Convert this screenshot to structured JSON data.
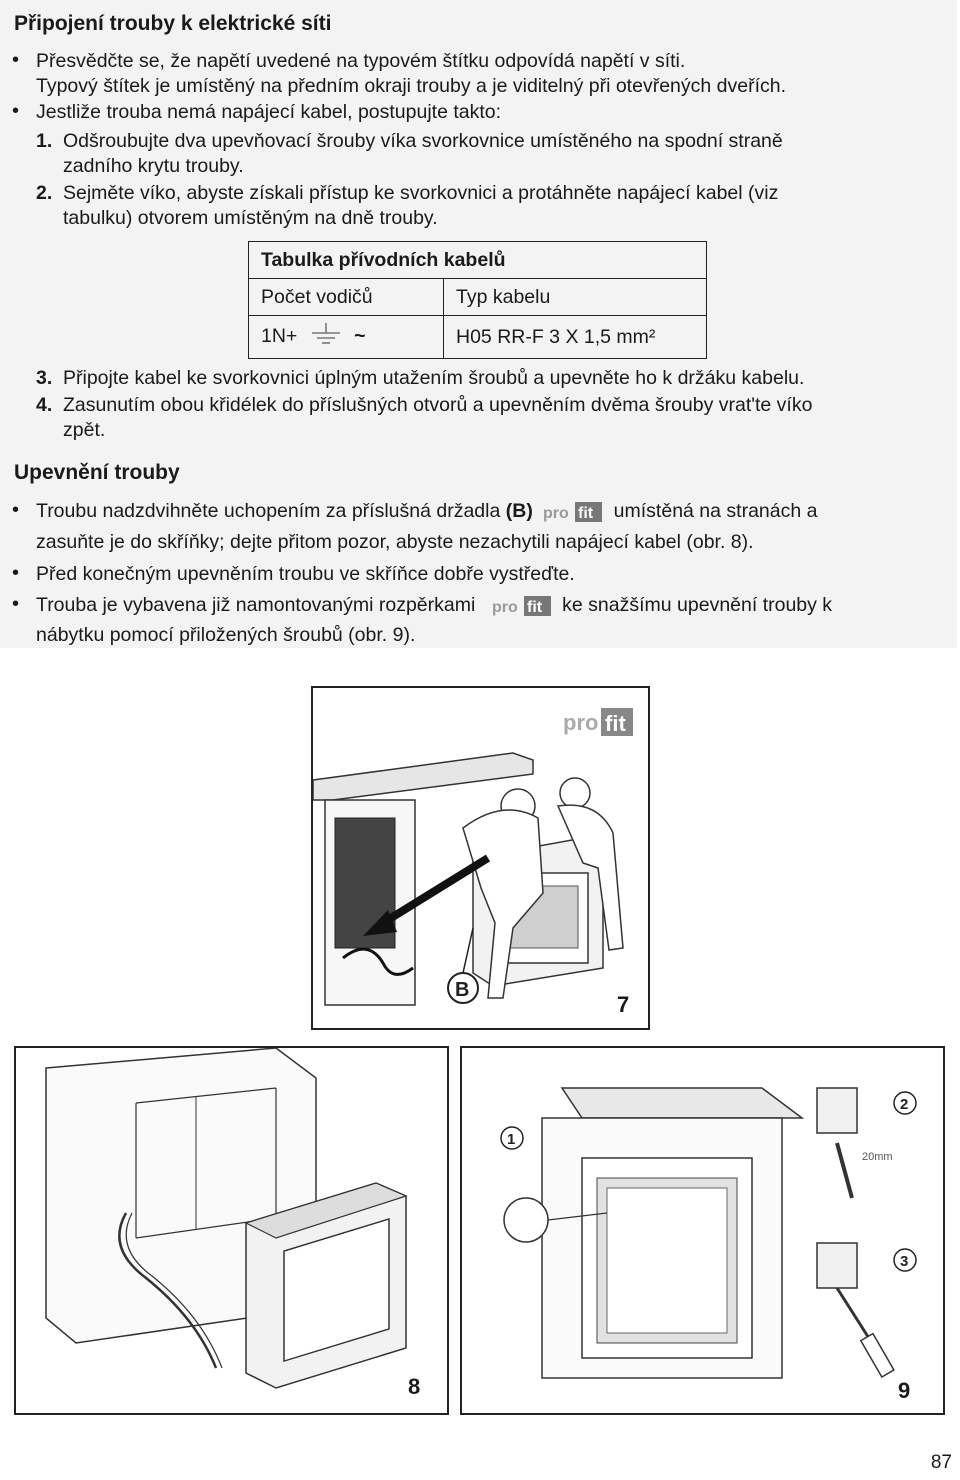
{
  "section1": {
    "title": "Připojení trouby k elektrické síti",
    "b1_l1": "Přesvědčte se, že napětí uvedené na typovém štítku odpovídá napětí v síti.",
    "b1_l2": "Typový štítek je umístěný na předním okraji trouby a je viditelný při otevřených dveřích.",
    "b2": "Jestliže trouba nemá napájecí kabel, postupujte takto:",
    "s1_num": "1.",
    "s1_l1": "Odšroubujte dva upevňovací šrouby víka svorkovnice umístěného na spodní straně",
    "s1_l2": "zadního krytu trouby.",
    "s2_num": "2.",
    "s2_l1": "Sejměte víko, abyste získali přístup ke svorkovnici a protáhněte napájecí kabel (viz",
    "s2_l2": "tabulku) otvorem umístěným na dně trouby.",
    "s3_num": "3.",
    "s3": "Připojte kabel ke svorkovnici úplným utažením šroubů a upevněte ho k držáku kabelu.",
    "s4_num": "4.",
    "s4_l1": "Zasunutím obou křidélek do příslušných otvorů a upevněním dvěma šrouby vrat'te víko",
    "s4_l2": "zpět."
  },
  "table": {
    "title": "Tabulka přívodních kabelů",
    "col1": "Počet vodičů",
    "col2": "Typ kabelu",
    "r1c1a": "1N+",
    "r1c1b": "~",
    "r1c2": "H05 RR-F 3 X 1,5 mm²"
  },
  "section2": {
    "title": "Upevnění trouby",
    "b1_a": "Troubu nadzdvihněte uchopením za příslušná držadla",
    "b1_b": "(B)",
    "b1_c": "umístěná na stranách a",
    "b1_l2": "zasuňte je do skříňky; dejte přitom pozor, abyste nezachytili napájecí kabel (obr. 8).",
    "b2": "Před konečným upevněním troubu ve skříňce dobře vystřeďte.",
    "b3_a": "Trouba je vybavena již namontovanými rozpěrkami",
    "b3_b": "ke snažšímu upevnění trouby k",
    "b3_l2": "nábytku pomocí přiložených šroubů (obr. 9)."
  },
  "logo": {
    "left": "pro",
    "right": "fit"
  },
  "figures": {
    "fig7_num": "7",
    "fig7_label": "B",
    "fig8_num": "8",
    "fig9_num": "9",
    "fig9_c1": "1",
    "fig9_c2": "2",
    "fig9_c3": "3",
    "fig9_measure": "20mm"
  },
  "page_number": "87",
  "bullet": "•"
}
